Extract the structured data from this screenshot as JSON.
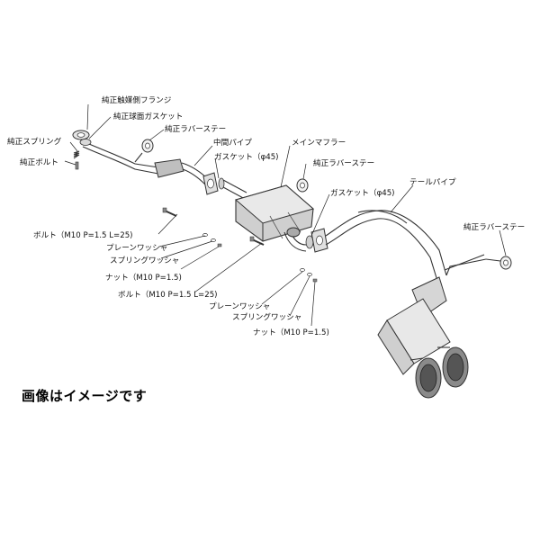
{
  "labels": {
    "genuine_catalyst_flange": "純正触媒側フランジ",
    "genuine_ball_gasket": "純正球面ガスケット",
    "genuine_spring": "純正スプリング",
    "genuine_bolt": "純正ボルト",
    "genuine_rubber_stay_1": "純正ラバーステー",
    "center_pipe": "中間パイプ",
    "gasket_phi45_1": "ガスケット（φ45)",
    "main_muffler": "メインマフラー",
    "genuine_rubber_stay_2": "純正ラバーステー",
    "gasket_phi45_2": "ガスケット（φ45)",
    "tail_pipe": "テールパイプ",
    "genuine_rubber_stay_3": "純正ラバーステー",
    "bolt_1": "ボルト（M10 P=1.5 L=25)",
    "plain_washer_1": "プレーンワッシャ",
    "spring_washer_1": "スプリングワッシャ",
    "nut_1": "ナット（M10 P=1.5)",
    "bolt_2": "ボルト（M10 P=1.5 L=25)",
    "plain_washer_2": "プレーンワッシャ",
    "spring_washer_2": "スプリングワッシャ",
    "nut_2": "ナット（M10 P=1.5)"
  },
  "disclaimer": "画像はイメージです"
}
